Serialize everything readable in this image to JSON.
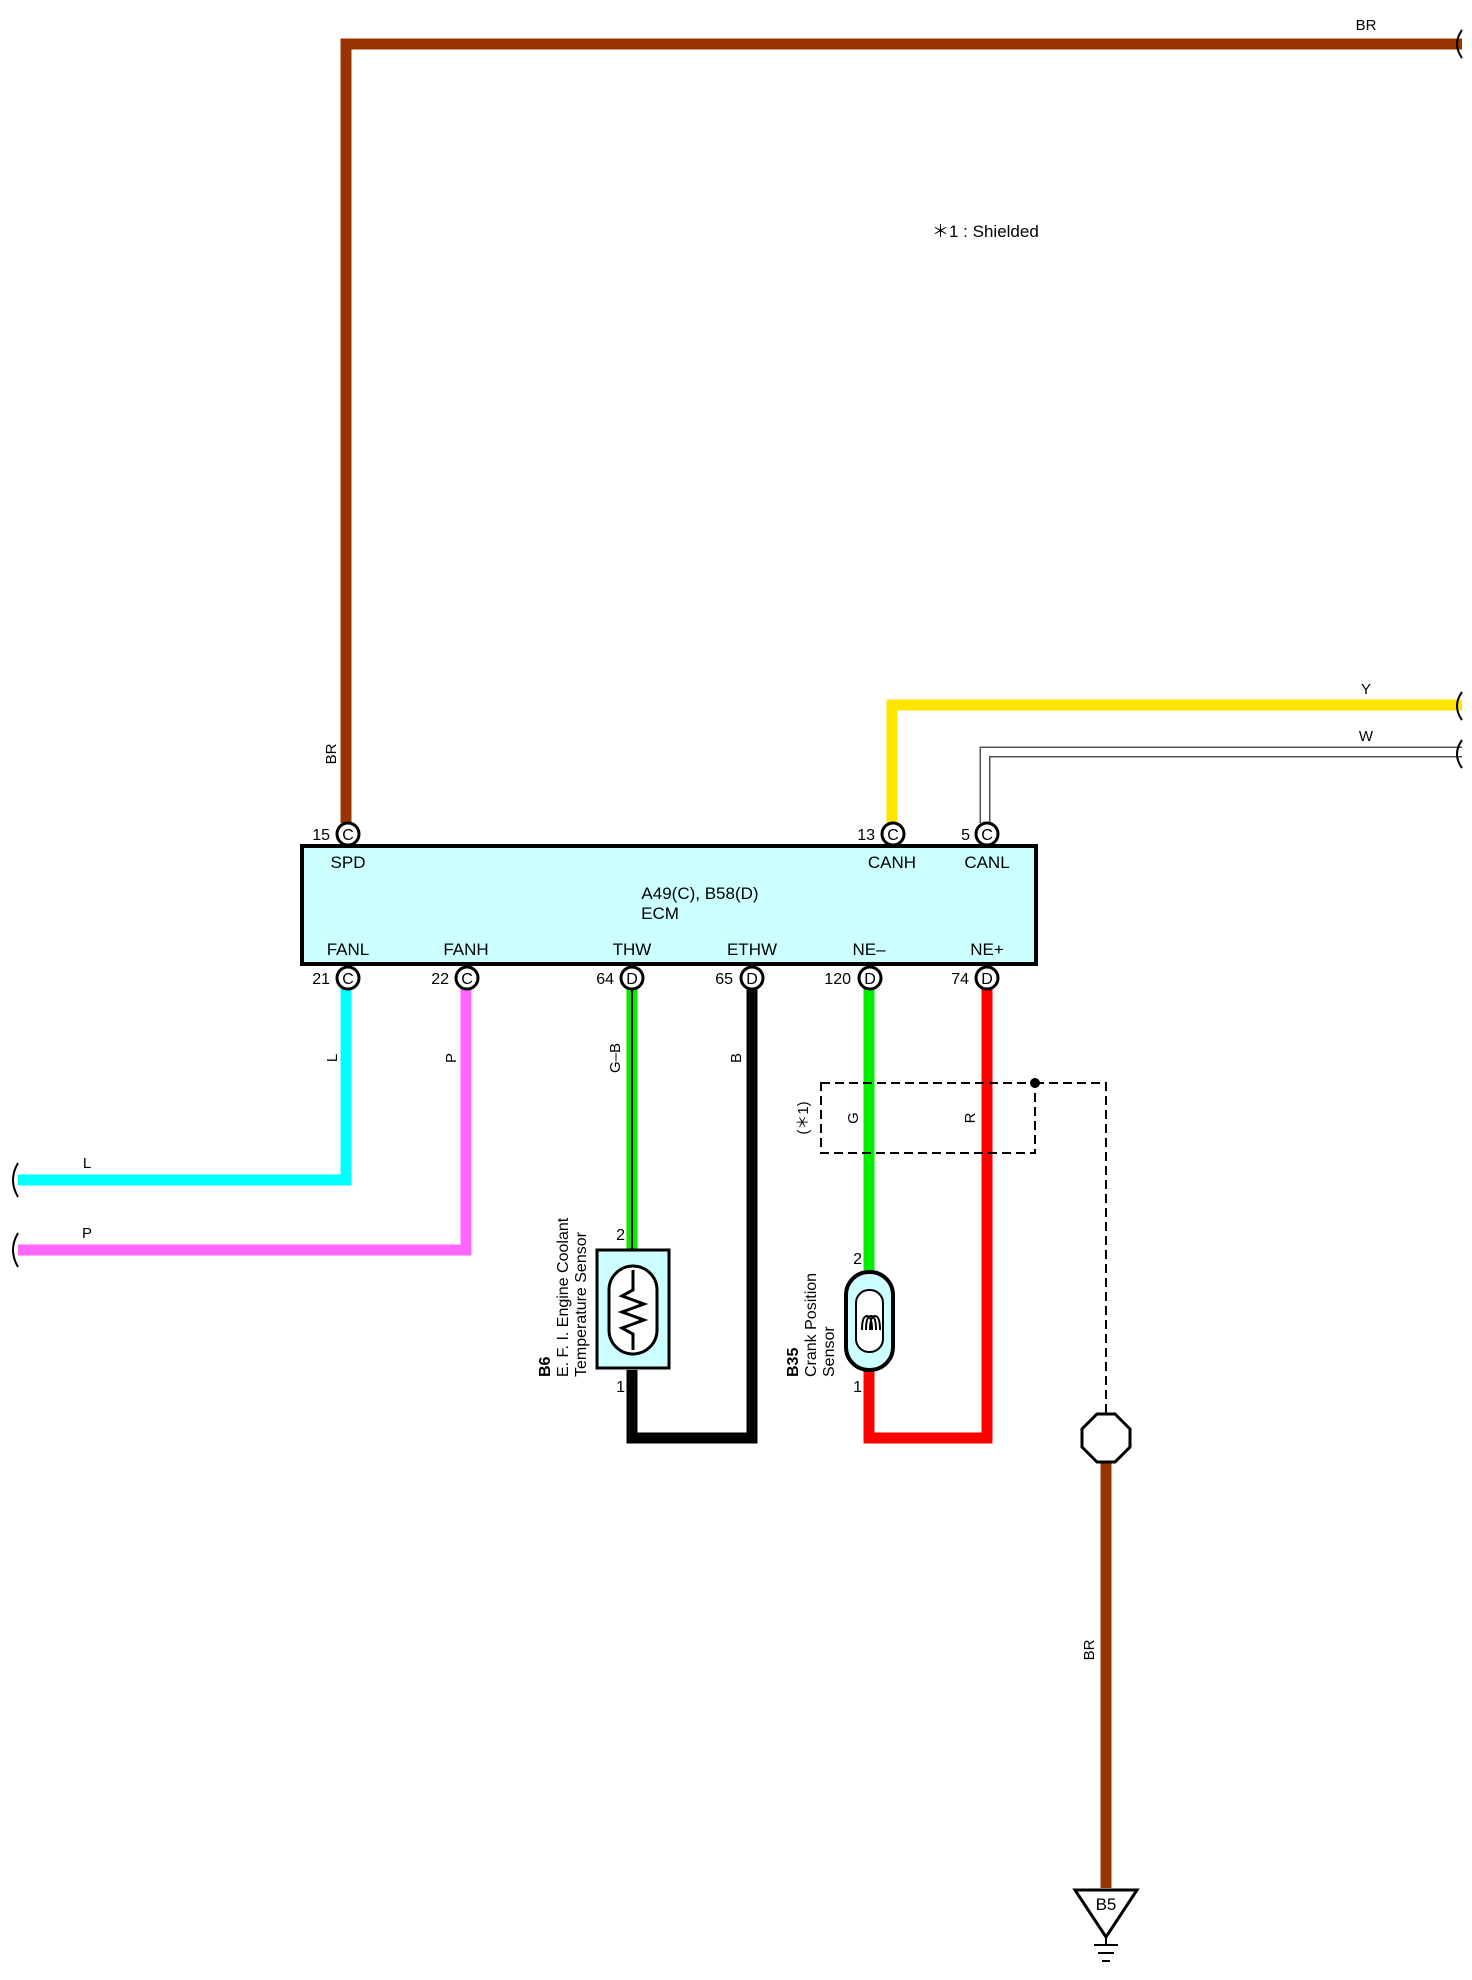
{
  "note": "＊1 : Shielded",
  "ecm": {
    "title": "A49(C), B58(D)",
    "name": "ECM",
    "terminals": {
      "spd": {
        "pin": "15",
        "conn": "C",
        "name": "SPD"
      },
      "canh": {
        "pin": "13",
        "conn": "C",
        "name": "CANH"
      },
      "canl": {
        "pin": "5",
        "conn": "C",
        "name": "CANL"
      },
      "fanl": {
        "pin": "21",
        "conn": "C",
        "name": "FANL"
      },
      "fanh": {
        "pin": "22",
        "conn": "C",
        "name": "FANH"
      },
      "thw": {
        "pin": "64",
        "conn": "D",
        "name": "THW"
      },
      "ethw": {
        "pin": "65",
        "conn": "D",
        "name": "ETHW"
      },
      "nem": {
        "pin": "120",
        "conn": "D",
        "name": "NE–"
      },
      "nep": {
        "pin": "74",
        "conn": "D",
        "name": "NE+"
      }
    }
  },
  "wires": {
    "br_top": "BR",
    "br_vert": "BR",
    "y": "Y",
    "w": "W",
    "l_vert": "L",
    "l_horiz": "L",
    "p_vert": "P",
    "p_horiz": "P",
    "gb": "G–B",
    "b": "B",
    "g": "G",
    "r": "R",
    "br_ground": "BR"
  },
  "shield": {
    "label": "(＊1)"
  },
  "sensors": {
    "ect": {
      "code": "B6",
      "line1": "E. F. I.  Engine Coolant",
      "line2": "Temperature Sensor",
      "pin_top": "2",
      "pin_bottom": "1"
    },
    "ckp": {
      "code": "B35",
      "line1": "Crank Position",
      "line2": "Sensor",
      "pin_top": "2",
      "pin_bottom": "1"
    }
  },
  "ground": {
    "label": "B5"
  },
  "colors": {
    "BR": "#993300",
    "Y": "#ffe600",
    "W": "#ffffff",
    "L": "#00ffff",
    "P": "#ff66ff",
    "G": "#00ee00",
    "B": "#000000",
    "R": "#ff0000",
    "ecm_fill": "#ccffff"
  }
}
